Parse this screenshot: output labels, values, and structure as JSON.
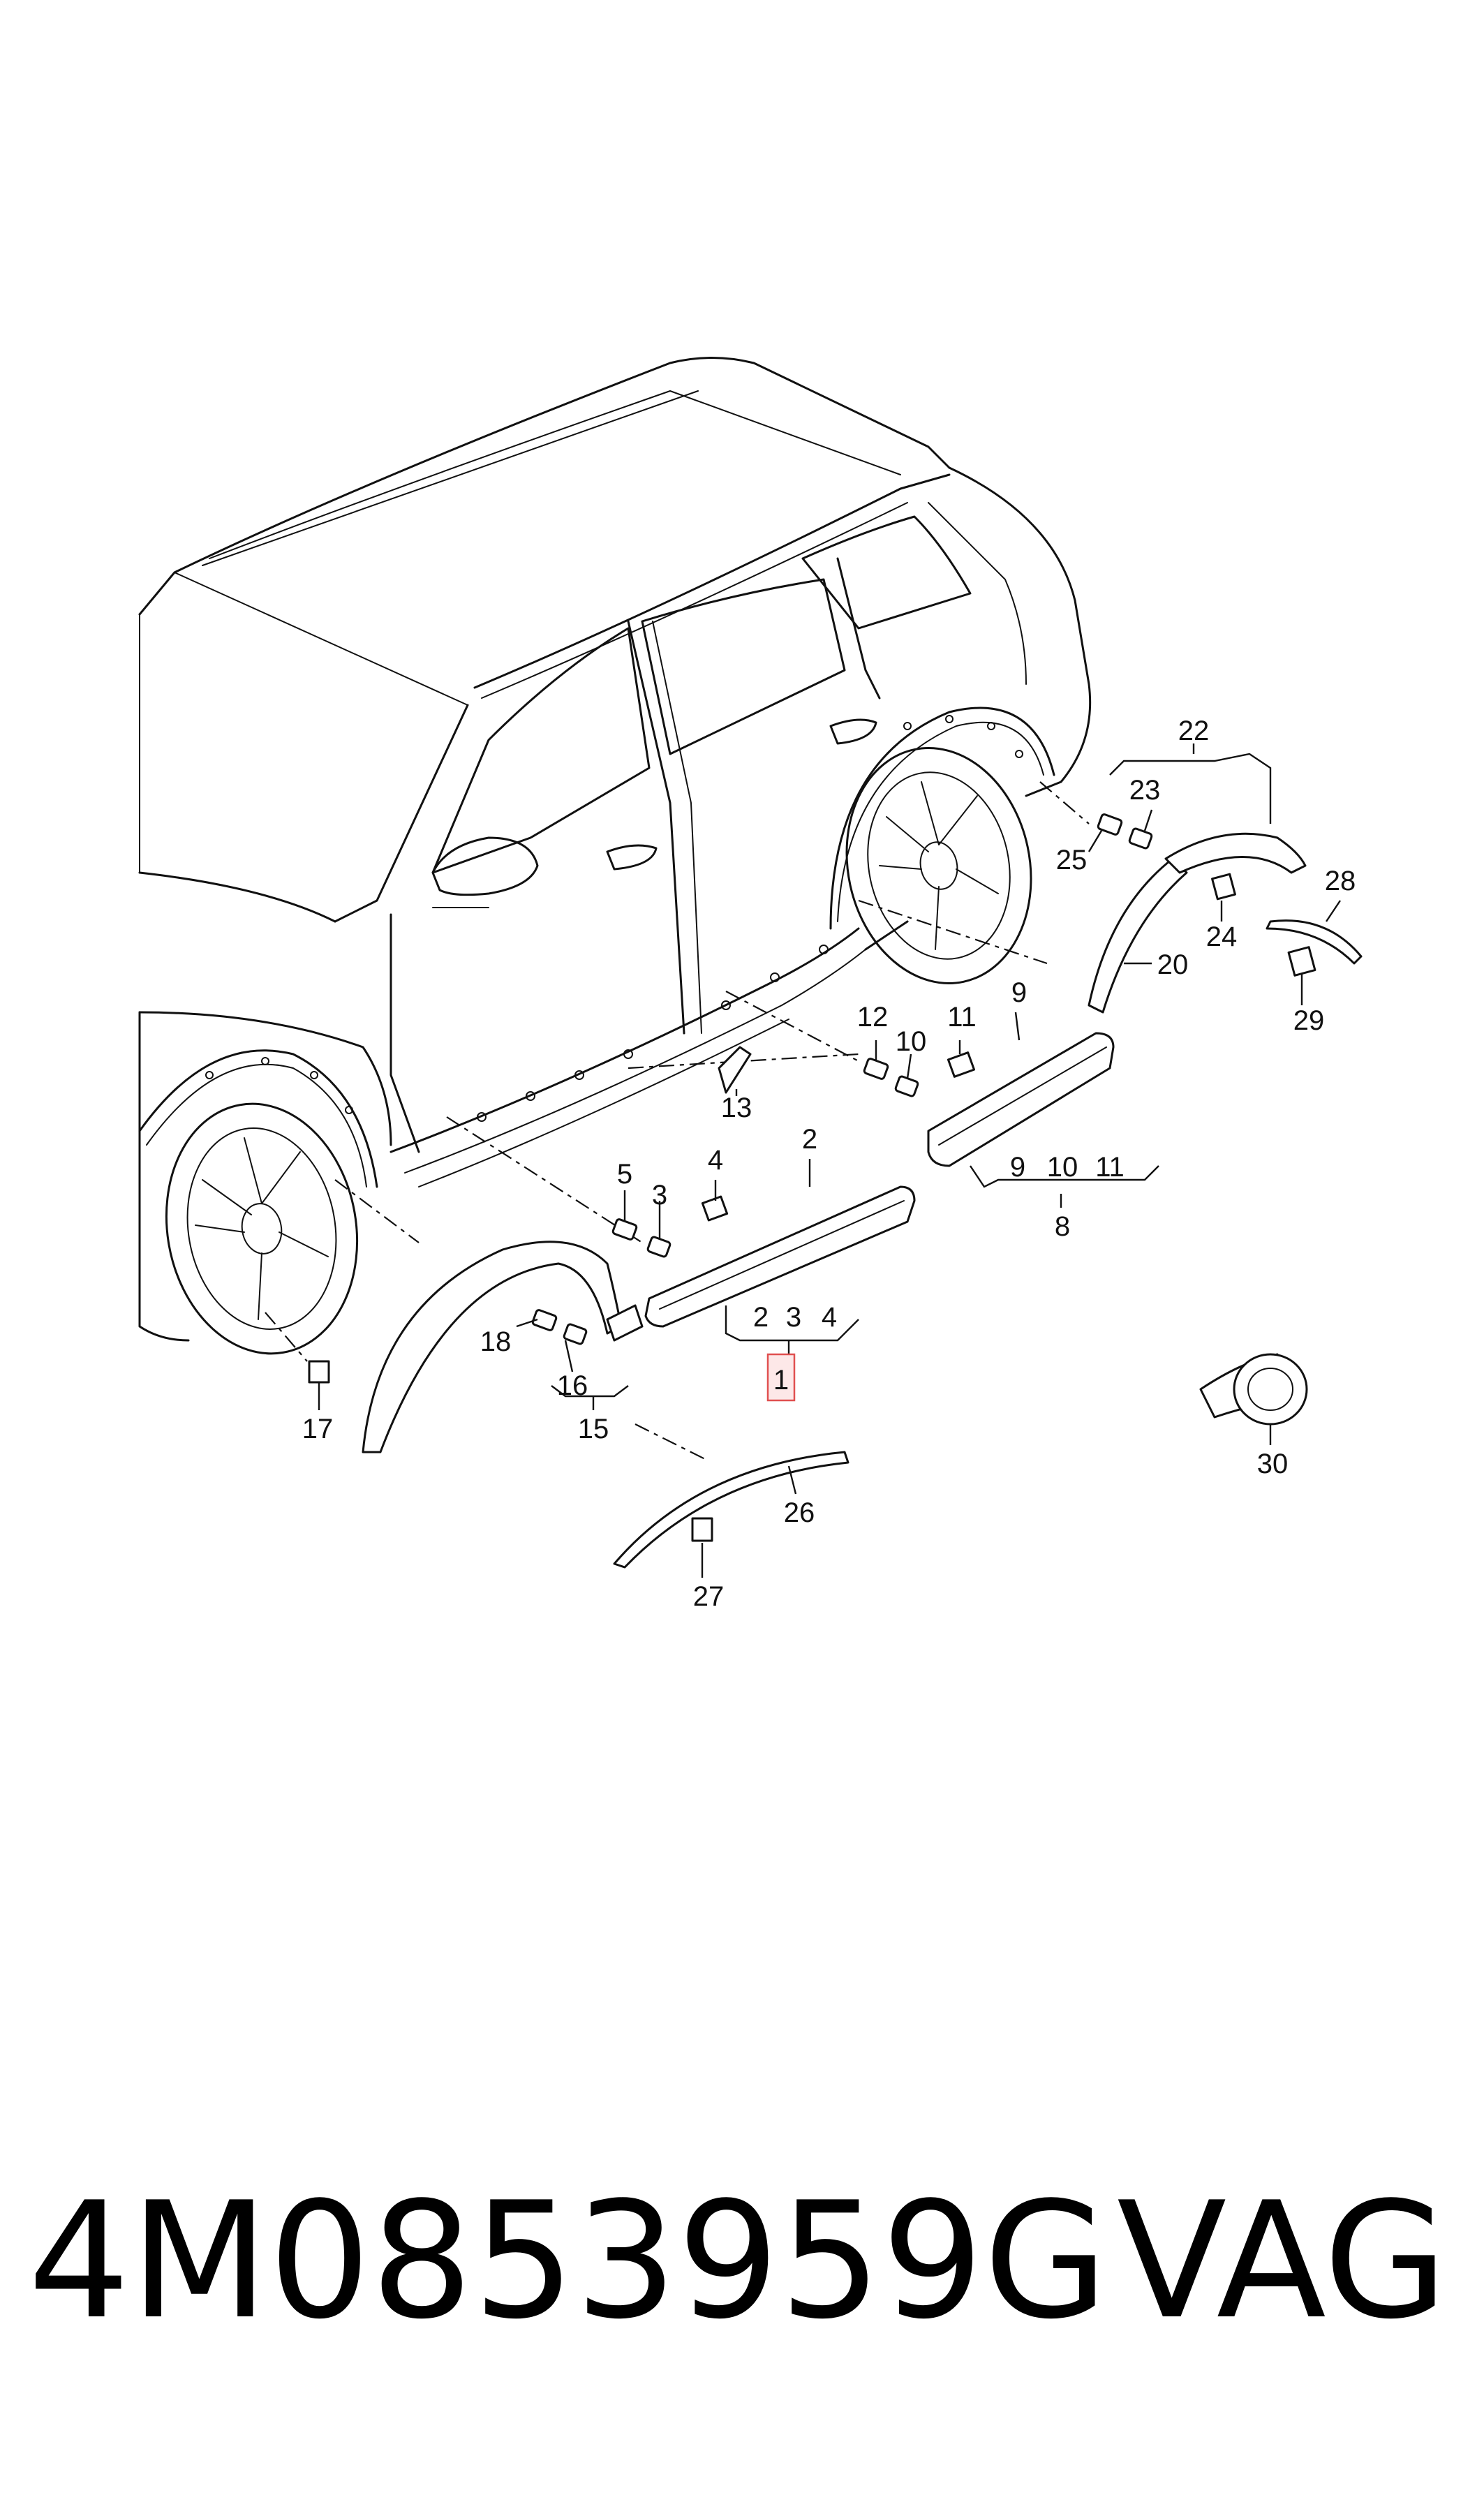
{
  "footer": {
    "part_number": "4M0853959G",
    "brand": "VAG"
  },
  "callouts": {
    "c1": "1",
    "c2a": "2",
    "c2b": "2",
    "c3a": "3",
    "c3b": "3",
    "c4a": "4",
    "c4b": "4",
    "c5": "5",
    "c8": "8",
    "c9a": "9",
    "c9b": "9",
    "c10a": "10",
    "c10b": "10",
    "c11a": "11",
    "c11b": "11",
    "c12": "12",
    "c13": "13",
    "c15": "15",
    "c16": "16",
    "c17": "17",
    "c18": "18",
    "c20": "20",
    "c22": "22",
    "c23": "23",
    "c24": "24",
    "c25": "25",
    "c26": "26",
    "c27": "27",
    "c28": "28",
    "c29": "29",
    "c30": "30"
  },
  "highlight": {
    "color": "#e05050",
    "fill": "#fde8e8",
    "target": "1"
  }
}
